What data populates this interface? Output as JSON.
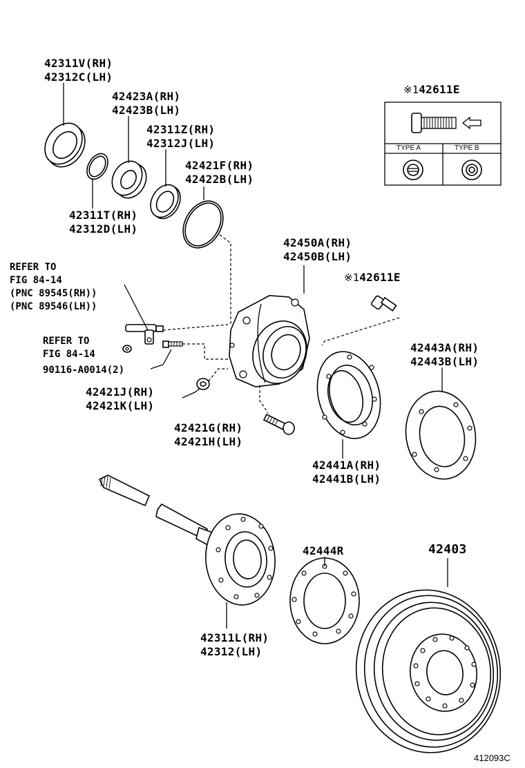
{
  "callouts": [
    {
      "id": "oil-seal",
      "lines": [
        "42311V(RH)",
        "42312C(LH)"
      ]
    },
    {
      "id": "bearing",
      "lines": [
        "42423A(RH)",
        "42423B(LH)"
      ]
    },
    {
      "id": "collar",
      "lines": [
        "42311Z(RH)",
        "42312J(LH)"
      ]
    },
    {
      "id": "o-ring",
      "lines": [
        "42421F(RH)",
        "42422B(LH)"
      ]
    },
    {
      "id": "snap-ring",
      "lines": [
        "42311T(RH)",
        "42312D(LH)"
      ]
    },
    {
      "id": "hub-housing",
      "lines": [
        "42450A(RH)",
        "42450B(LH)"
      ]
    },
    {
      "id": "hub-bolt",
      "lines": [
        "42611E"
      ]
    },
    {
      "id": "refer-sensor",
      "lines": [
        "REFER TO",
        "FIG 84-14",
        "(PNC 89545(RH))",
        "(PNC 89546(LH))"
      ]
    },
    {
      "id": "refer-nut",
      "lines": [
        "REFER TO",
        "FIG 84-14"
      ]
    },
    {
      "id": "bolt",
      "lines": [
        "90116-A0014(2)"
      ]
    },
    {
      "id": "nut",
      "lines": [
        "42421J(RH)",
        "42421K(LH)"
      ]
    },
    {
      "id": "stud",
      "lines": [
        "42421G(RH)",
        "42421H(LH)"
      ]
    },
    {
      "id": "gasket",
      "lines": [
        "42443A(RH)",
        "42443B(LH)"
      ]
    },
    {
      "id": "dust-cover",
      "lines": [
        "42441A(RH)",
        "42441B(LH)"
      ]
    },
    {
      "id": "axle-shaft",
      "lines": [
        "42311L(RH)",
        "42312(LH)"
      ]
    },
    {
      "id": "spacer",
      "lines": [
        "42444R"
      ]
    },
    {
      "id": "drum",
      "lines": [
        "42403"
      ]
    }
  ],
  "inset": {
    "title_mark": "※1",
    "title": "42611E",
    "type_a": "TYPE A",
    "type_b": "TYPE B"
  },
  "hub_bolt_mark": "※1",
  "illustration_code": "412093C"
}
